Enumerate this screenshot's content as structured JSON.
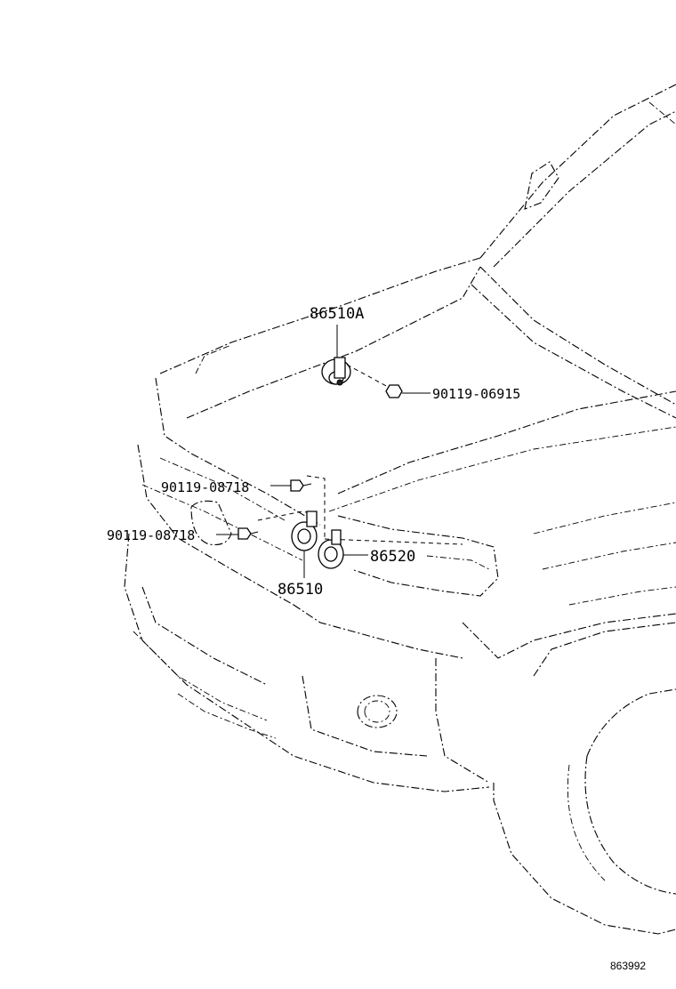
{
  "callouts": {
    "horn_high_a": "86510A",
    "bolt_upper": "90119-06915",
    "bolt_left_top": "90119-08718",
    "bolt_left_bottom": "90119-08718",
    "horn_low": "86520",
    "horn_high": "86510"
  },
  "diagram_id": "863992"
}
